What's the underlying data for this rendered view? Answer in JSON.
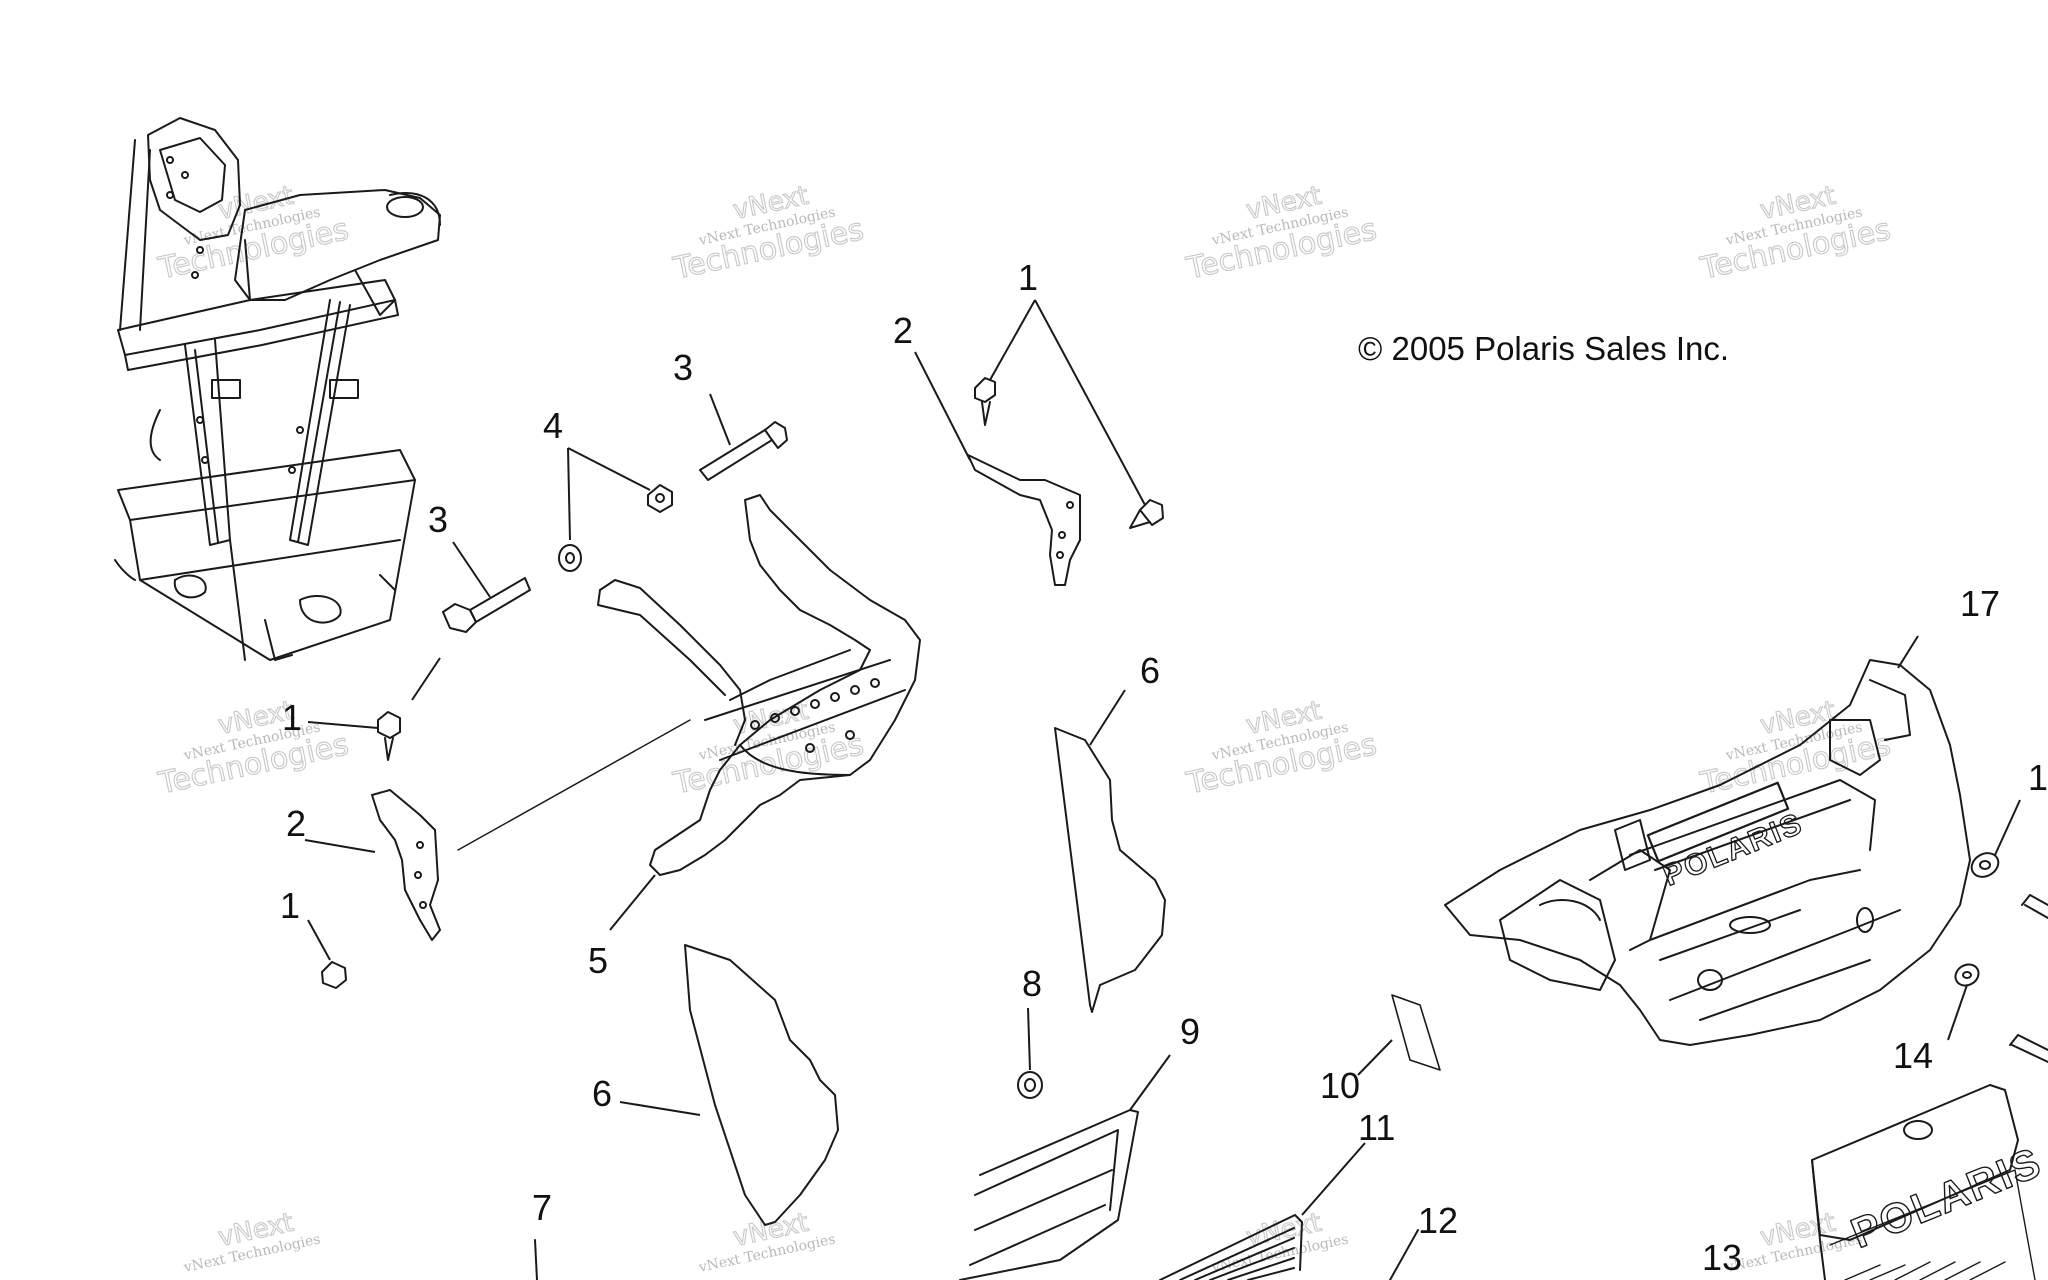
{
  "copyright": "© 2005 Polaris Sales Inc.",
  "watermark": {
    "line1": "vNext Technologies",
    "line2": "vNext",
    "line3": "Technologies"
  },
  "brand_labels": {
    "bumper": "POLARIS",
    "grille": "POLARIS"
  },
  "callouts": [
    {
      "id": "c1a",
      "text": "1"
    },
    {
      "id": "c2a",
      "text": "2"
    },
    {
      "id": "c3a",
      "text": "3"
    },
    {
      "id": "c4",
      "text": "4"
    },
    {
      "id": "c3b",
      "text": "3"
    },
    {
      "id": "c1b",
      "text": "1"
    },
    {
      "id": "c2b",
      "text": "2"
    },
    {
      "id": "c1c",
      "text": "1"
    },
    {
      "id": "c5",
      "text": "5"
    },
    {
      "id": "c6a",
      "text": "6"
    },
    {
      "id": "c6b",
      "text": "6"
    },
    {
      "id": "c7",
      "text": "7"
    },
    {
      "id": "c8",
      "text": "8"
    },
    {
      "id": "c9",
      "text": "9"
    },
    {
      "id": "c10",
      "text": "10"
    },
    {
      "id": "c11",
      "text": "11"
    },
    {
      "id": "c12",
      "text": "12"
    },
    {
      "id": "c13",
      "text": "13"
    },
    {
      "id": "c14",
      "text": "14"
    },
    {
      "id": "c15",
      "text": "1"
    },
    {
      "id": "c17",
      "text": "17"
    }
  ],
  "colors": {
    "line": "#1a1a1a",
    "watermark": "#bbbbbb"
  }
}
